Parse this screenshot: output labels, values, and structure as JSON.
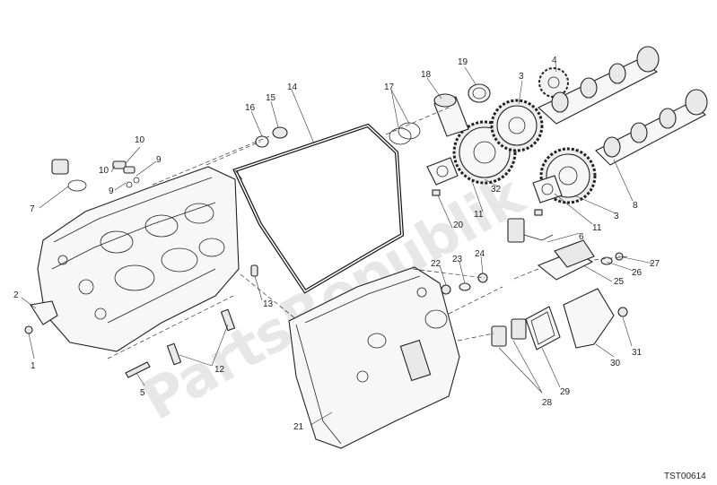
{
  "watermark": {
    "text": "PartsRepublik"
  },
  "reference_code": "TST00614",
  "callouts": [
    {
      "id": "c1",
      "text": "1"
    },
    {
      "id": "c2",
      "text": "2"
    },
    {
      "id": "c3a",
      "text": "3"
    },
    {
      "id": "c3b",
      "text": "3"
    },
    {
      "id": "c4",
      "text": "4"
    },
    {
      "id": "c5",
      "text": "5"
    },
    {
      "id": "c6",
      "text": "6"
    },
    {
      "id": "c7",
      "text": "7"
    },
    {
      "id": "c8",
      "text": "8"
    },
    {
      "id": "c9a",
      "text": "9"
    },
    {
      "id": "c9b",
      "text": "9"
    },
    {
      "id": "c10a",
      "text": "10"
    },
    {
      "id": "c10b",
      "text": "10"
    },
    {
      "id": "c11a",
      "text": "11"
    },
    {
      "id": "c11b",
      "text": "11"
    },
    {
      "id": "c12",
      "text": "12"
    },
    {
      "id": "c13",
      "text": "13"
    },
    {
      "id": "c14",
      "text": "14"
    },
    {
      "id": "c15",
      "text": "15"
    },
    {
      "id": "c16",
      "text": "16"
    },
    {
      "id": "c17",
      "text": "17"
    },
    {
      "id": "c18",
      "text": "18"
    },
    {
      "id": "c19",
      "text": "19"
    },
    {
      "id": "c20",
      "text": "20"
    },
    {
      "id": "c21",
      "text": "21"
    },
    {
      "id": "c22",
      "text": "22"
    },
    {
      "id": "c23",
      "text": "23"
    },
    {
      "id": "c24",
      "text": "24"
    },
    {
      "id": "c25",
      "text": "25"
    },
    {
      "id": "c26",
      "text": "26"
    },
    {
      "id": "c27",
      "text": "27"
    },
    {
      "id": "c28",
      "text": "28"
    },
    {
      "id": "c29",
      "text": "29"
    },
    {
      "id": "c30",
      "text": "30"
    },
    {
      "id": "c31",
      "text": "31"
    },
    {
      "id": "c32",
      "text": "32"
    }
  ]
}
